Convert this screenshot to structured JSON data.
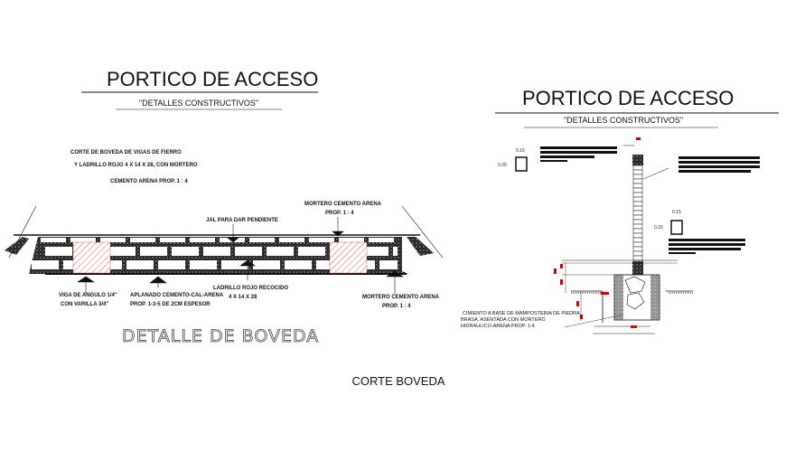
{
  "left_sheet": {
    "title": "PORTICO DE ACCESO",
    "subtitle": "\"DETALLES CONSTRUCTIVOS\"",
    "notes": [
      "CORTE DE BOVEDA DE VIGAS DE FIERRO",
      "Y LADRILLO ROJO 4 X 14 X 28, CON MORTERO",
      "CEMENTO ARENA PROP. 1 : 4"
    ],
    "labels": {
      "jal": "JAL PARA DAR PENDIENTE",
      "mortero_top_1": "MORTERO CEMENTO ARENA",
      "mortero_top_2": "PROP. 1 : 4",
      "viga_1": "VIGA DE ANGULO 1/4\"",
      "viga_2": "CON VARILLA 3/4\"",
      "aplanado_1": "APLANADO CEMENTO-CAL-ARENA",
      "aplanado_2": "PROP. 1-3-5 DE 2CM ESPESOR",
      "ladrillo_1": "LADRILLO ROJO RECOCIDO",
      "ladrillo_2": "4 X 14 X 28",
      "mortero_bot_1": "MORTERO CEMENTO ARENA",
      "mortero_bot_2": "PROP. 1 : 4"
    },
    "detail_title": "DETALLE DE BOVEDA"
  },
  "right_sheet": {
    "title": "PORTICO DE ACCESO",
    "subtitle": "\"DETALLES CONSTRUCTIVOS\"",
    "dims": {
      "w1": "0.15",
      "h1": "0.20",
      "w2": "0.15",
      "h2": "0.20"
    },
    "foundation_note": [
      "CIMIENTO A BASE DE MAMPOSTERIA DE PIEDRA",
      "BRASA, ASENTADA CON MORTERO",
      "HIDRAULICO-ARENA PROP. 1:4."
    ]
  },
  "caption": "CORTE BOVEDA",
  "colors": {
    "hatch": "#e03030",
    "dim": "#d00000",
    "line": "#111111"
  }
}
